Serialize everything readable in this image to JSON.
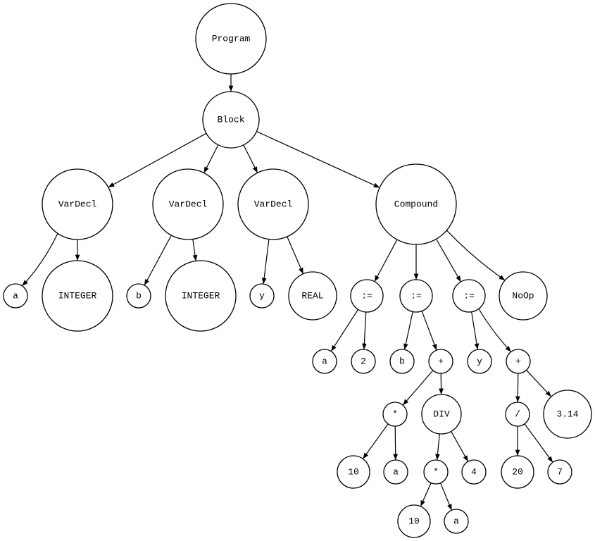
{
  "title": "Abstract Syntax Tree",
  "nodes": [
    {
      "id": "n0",
      "label": "Program"
    },
    {
      "id": "n1",
      "label": "Block"
    },
    {
      "id": "n2",
      "label": "VarDecl"
    },
    {
      "id": "n3",
      "label": "VarDecl"
    },
    {
      "id": "n4",
      "label": "VarDecl"
    },
    {
      "id": "n5",
      "label": "Compound"
    },
    {
      "id": "n6",
      "label": "a"
    },
    {
      "id": "n7",
      "label": "INTEGER"
    },
    {
      "id": "n8",
      "label": "b"
    },
    {
      "id": "n9",
      "label": "INTEGER"
    },
    {
      "id": "n10",
      "label": "y"
    },
    {
      "id": "n11",
      "label": "REAL"
    },
    {
      "id": "n12",
      "label": ":="
    },
    {
      "id": "n13",
      "label": ":="
    },
    {
      "id": "n14",
      "label": ":="
    },
    {
      "id": "n15",
      "label": "NoOp"
    },
    {
      "id": "n16",
      "label": "a"
    },
    {
      "id": "n17",
      "label": "2"
    },
    {
      "id": "n18",
      "label": "b"
    },
    {
      "id": "n19",
      "label": "+"
    },
    {
      "id": "n20",
      "label": "y"
    },
    {
      "id": "n21",
      "label": "+"
    },
    {
      "id": "n22",
      "label": "*"
    },
    {
      "id": "n23",
      "label": "DIV"
    },
    {
      "id": "n24",
      "label": "/"
    },
    {
      "id": "n25",
      "label": "3.14"
    },
    {
      "id": "n26",
      "label": "10"
    },
    {
      "id": "n27",
      "label": "a"
    },
    {
      "id": "n28",
      "label": "*"
    },
    {
      "id": "n29",
      "label": "4"
    },
    {
      "id": "n30",
      "label": "20"
    },
    {
      "id": "n31",
      "label": "7"
    },
    {
      "id": "n32",
      "label": "10"
    },
    {
      "id": "n33",
      "label": "a"
    }
  ],
  "edges": [
    [
      "n0",
      "n1"
    ],
    [
      "n1",
      "n2"
    ],
    [
      "n1",
      "n3"
    ],
    [
      "n1",
      "n4"
    ],
    [
      "n1",
      "n5"
    ],
    [
      "n2",
      "n6"
    ],
    [
      "n2",
      "n7"
    ],
    [
      "n3",
      "n8"
    ],
    [
      "n3",
      "n9"
    ],
    [
      "n4",
      "n10"
    ],
    [
      "n4",
      "n11"
    ],
    [
      "n5",
      "n12"
    ],
    [
      "n5",
      "n13"
    ],
    [
      "n5",
      "n14"
    ],
    [
      "n5",
      "n15"
    ],
    [
      "n12",
      "n16"
    ],
    [
      "n12",
      "n17"
    ],
    [
      "n13",
      "n18"
    ],
    [
      "n13",
      "n19"
    ],
    [
      "n14",
      "n20"
    ],
    [
      "n14",
      "n21"
    ],
    [
      "n19",
      "n22"
    ],
    [
      "n19",
      "n23"
    ],
    [
      "n21",
      "n24"
    ],
    [
      "n21",
      "n25"
    ],
    [
      "n22",
      "n26"
    ],
    [
      "n22",
      "n27"
    ],
    [
      "n23",
      "n28"
    ],
    [
      "n23",
      "n29"
    ],
    [
      "n24",
      "n30"
    ],
    [
      "n24",
      "n31"
    ],
    [
      "n28",
      "n32"
    ],
    [
      "n28",
      "n33"
    ]
  ]
}
